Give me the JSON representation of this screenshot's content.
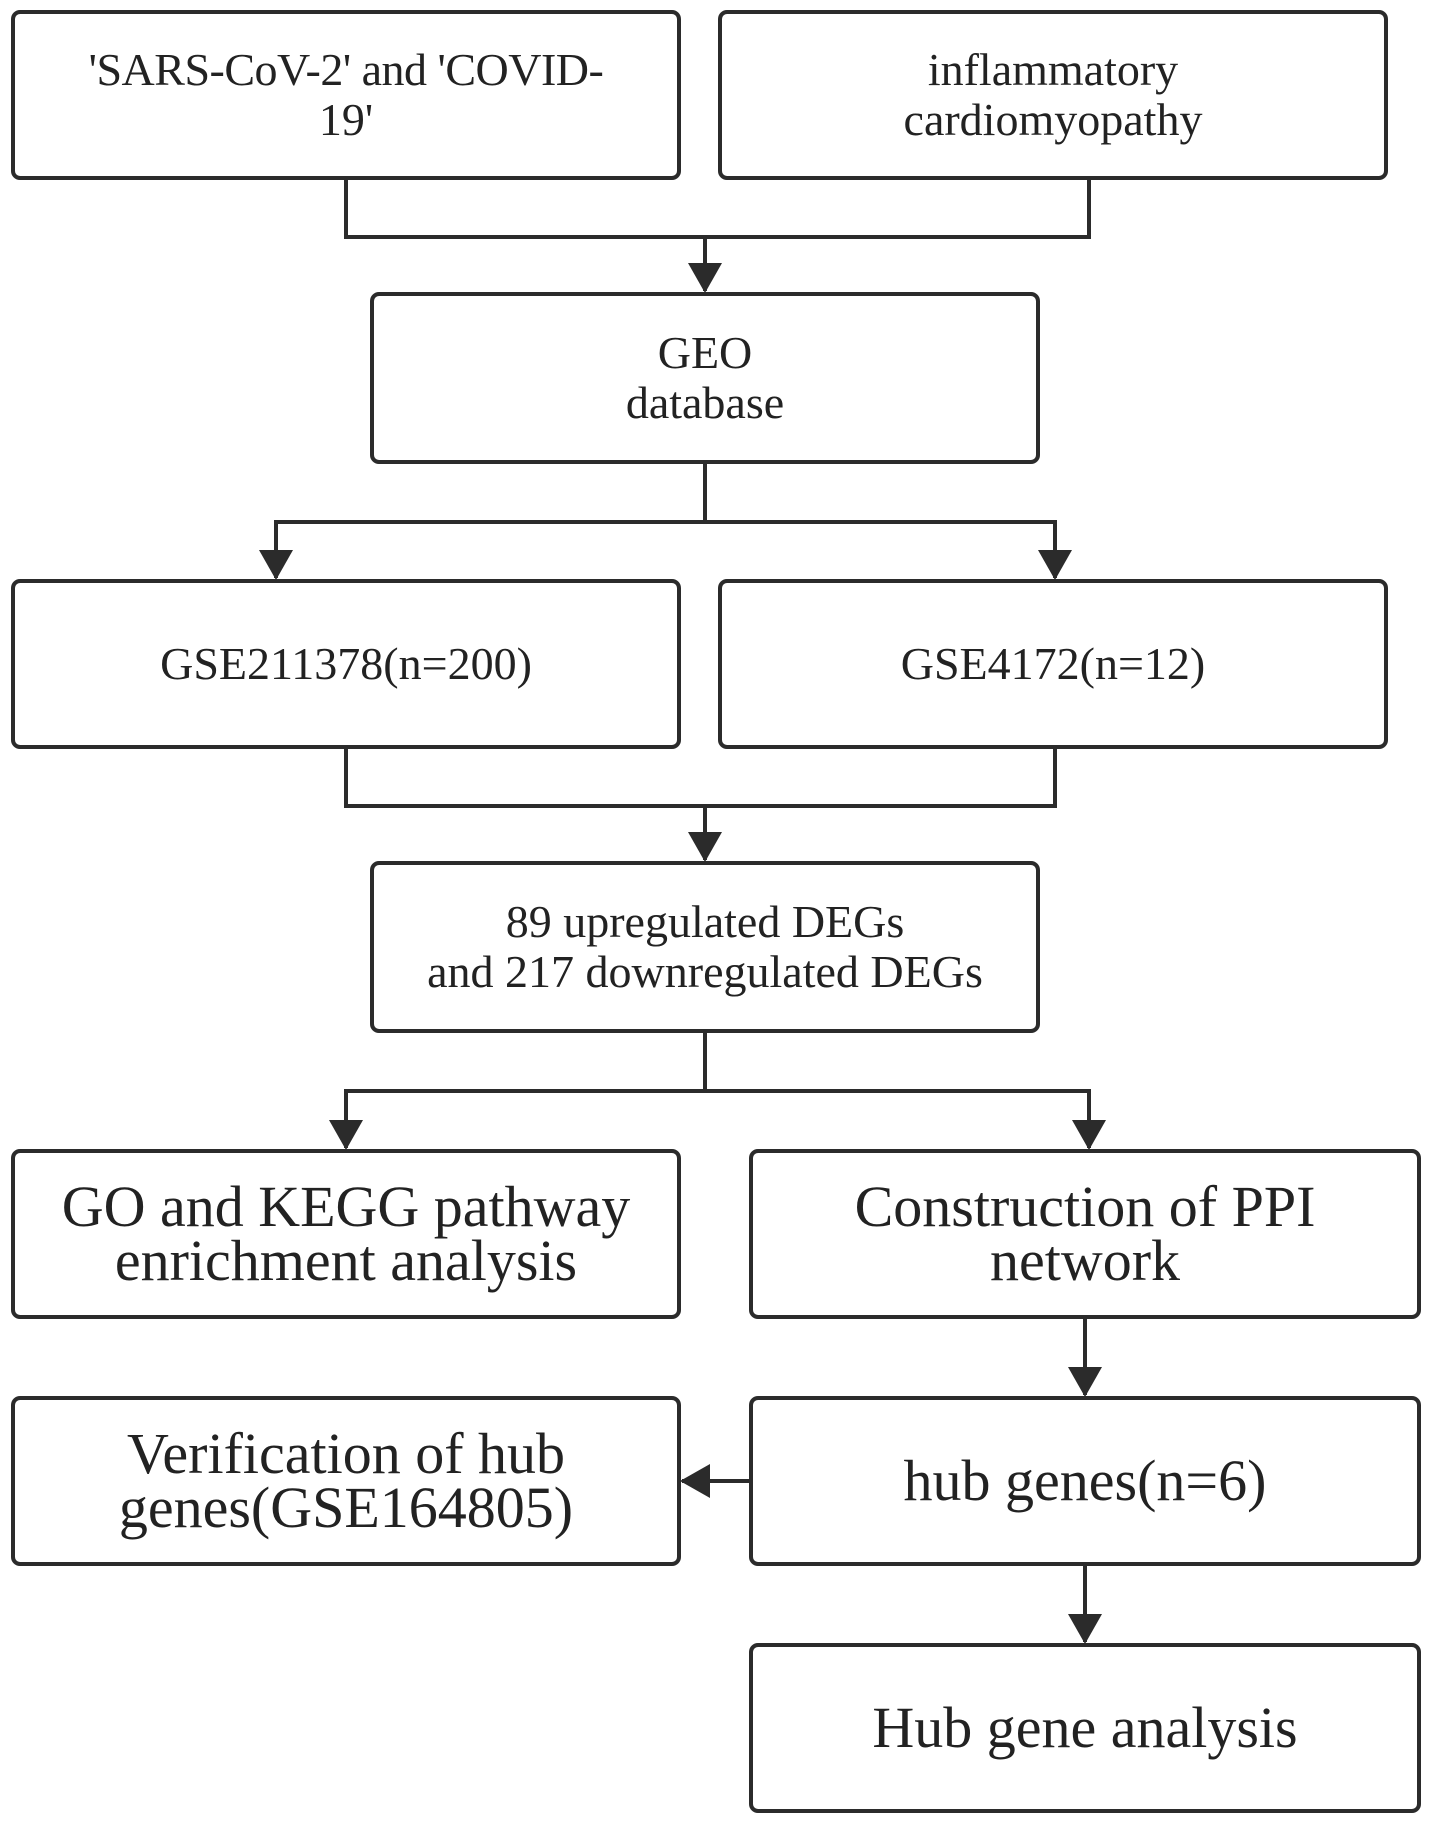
{
  "boxes": {
    "sars": {
      "lines": [
        "'SARS-CoV-2' and 'COVID-",
        "19'"
      ]
    },
    "inflammatory": {
      "lines": [
        "inflammatory",
        "cardiomyopathy"
      ]
    },
    "geo": {
      "lines": [
        "GEO",
        "database"
      ]
    },
    "gse211378": {
      "lines": [
        "GSE211378(n=200)"
      ]
    },
    "gse4172": {
      "lines": [
        "GSE4172(n=12)"
      ]
    },
    "degs": {
      "lines": [
        "89 upregulated DEGs",
        "and 217 downregulated DEGs"
      ]
    },
    "go_kegg": {
      "lines": [
        "GO and KEGG pathway",
        "enrichment analysis"
      ]
    },
    "ppi": {
      "lines": [
        "Construction of PPI",
        "network"
      ]
    },
    "verification": {
      "lines": [
        "Verification of hub",
        "genes(GSE164805)"
      ]
    },
    "hub_genes": {
      "lines": [
        "hub genes(n=6)"
      ]
    },
    "hub_analysis": {
      "lines": [
        "Hub gene analysis"
      ]
    }
  },
  "colors": {
    "stroke": "#2b2b2b",
    "text": "#222222",
    "background": "#ffffff"
  }
}
